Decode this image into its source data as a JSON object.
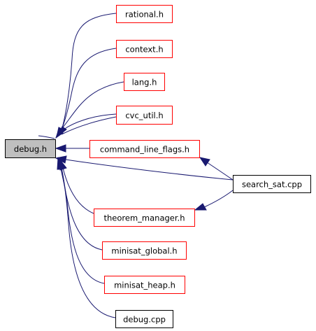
{
  "diagram": {
    "colors": {
      "edge": "#191970",
      "root_fill": "#bfbfbf",
      "root_border": "#000000",
      "header_border": "#ff0000",
      "source_border": "#000000",
      "background": "#ffffff"
    },
    "nodes": [
      {
        "id": "debug_h",
        "label": "debug.h",
        "kind": "root"
      },
      {
        "id": "rational_h",
        "label": "rational.h",
        "kind": "header"
      },
      {
        "id": "context_h",
        "label": "context.h",
        "kind": "header"
      },
      {
        "id": "lang_h",
        "label": "lang.h",
        "kind": "header"
      },
      {
        "id": "cvc_util_h",
        "label": "cvc_util.h",
        "kind": "header"
      },
      {
        "id": "command_line_flags_h",
        "label": "command_line_flags.h",
        "kind": "header"
      },
      {
        "id": "search_sat_cpp",
        "label": "search_sat.cpp",
        "kind": "source"
      },
      {
        "id": "theorem_manager_h",
        "label": "theorem_manager.h",
        "kind": "header"
      },
      {
        "id": "minisat_global_h",
        "label": "minisat_global.h",
        "kind": "header"
      },
      {
        "id": "minisat_heap_h",
        "label": "minisat_heap.h",
        "kind": "header"
      },
      {
        "id": "debug_cpp",
        "label": "debug.cpp",
        "kind": "source"
      }
    ],
    "edges": [
      {
        "from": "rational_h",
        "to": "debug_h"
      },
      {
        "from": "context_h",
        "to": "debug_h"
      },
      {
        "from": "lang_h",
        "to": "debug_h"
      },
      {
        "from": "cvc_util_h",
        "to": "debug_h"
      },
      {
        "from": "command_line_flags_h",
        "to": "debug_h"
      },
      {
        "from": "search_sat_cpp",
        "to": "debug_h"
      },
      {
        "from": "search_sat_cpp",
        "to": "command_line_flags_h"
      },
      {
        "from": "search_sat_cpp",
        "to": "theorem_manager_h"
      },
      {
        "from": "theorem_manager_h",
        "to": "debug_h"
      },
      {
        "from": "minisat_global_h",
        "to": "debug_h"
      },
      {
        "from": "minisat_heap_h",
        "to": "debug_h"
      },
      {
        "from": "debug_cpp",
        "to": "debug_h"
      }
    ]
  }
}
